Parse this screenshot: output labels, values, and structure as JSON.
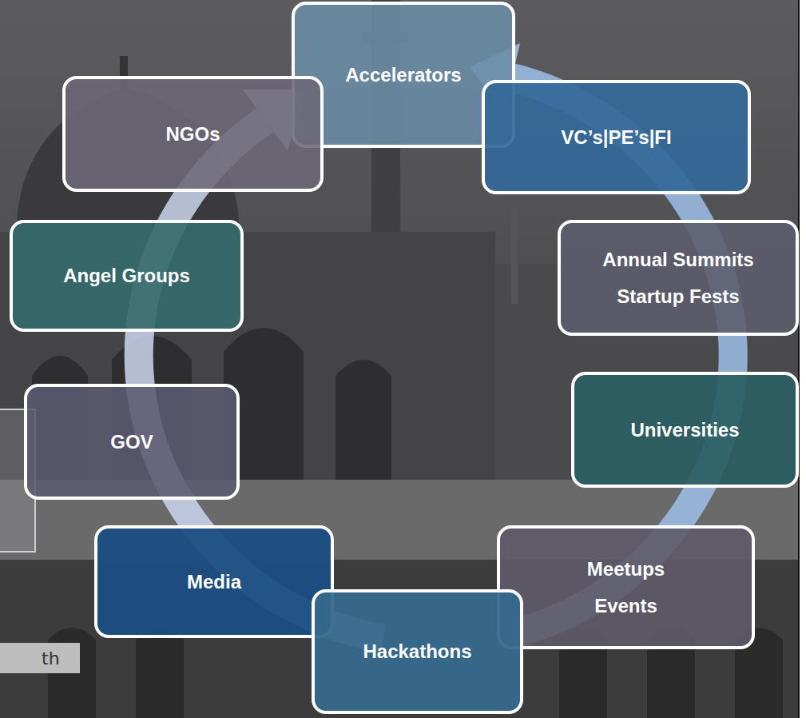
{
  "diagram": {
    "nodes": [
      {
        "text": [
          "Accelerators"
        ]
      },
      {
        "text": [
          "NGOs"
        ]
      },
      {
        "text": [
          "VC’s|PE’s|FI"
        ]
      },
      {
        "text": [
          "Angel Groups"
        ]
      },
      {
        "text": [
          "Annual Summits Startup Fests"
        ]
      },
      {
        "text": [
          "GOV"
        ]
      },
      {
        "text": [
          "Universities"
        ]
      },
      {
        "text": [
          "Media"
        ]
      },
      {
        "text": [
          "Meetups Events"
        ]
      },
      {
        "text": [
          "Hackathons"
        ]
      }
    ],
    "labels": [
      "th"
    ]
  }
}
